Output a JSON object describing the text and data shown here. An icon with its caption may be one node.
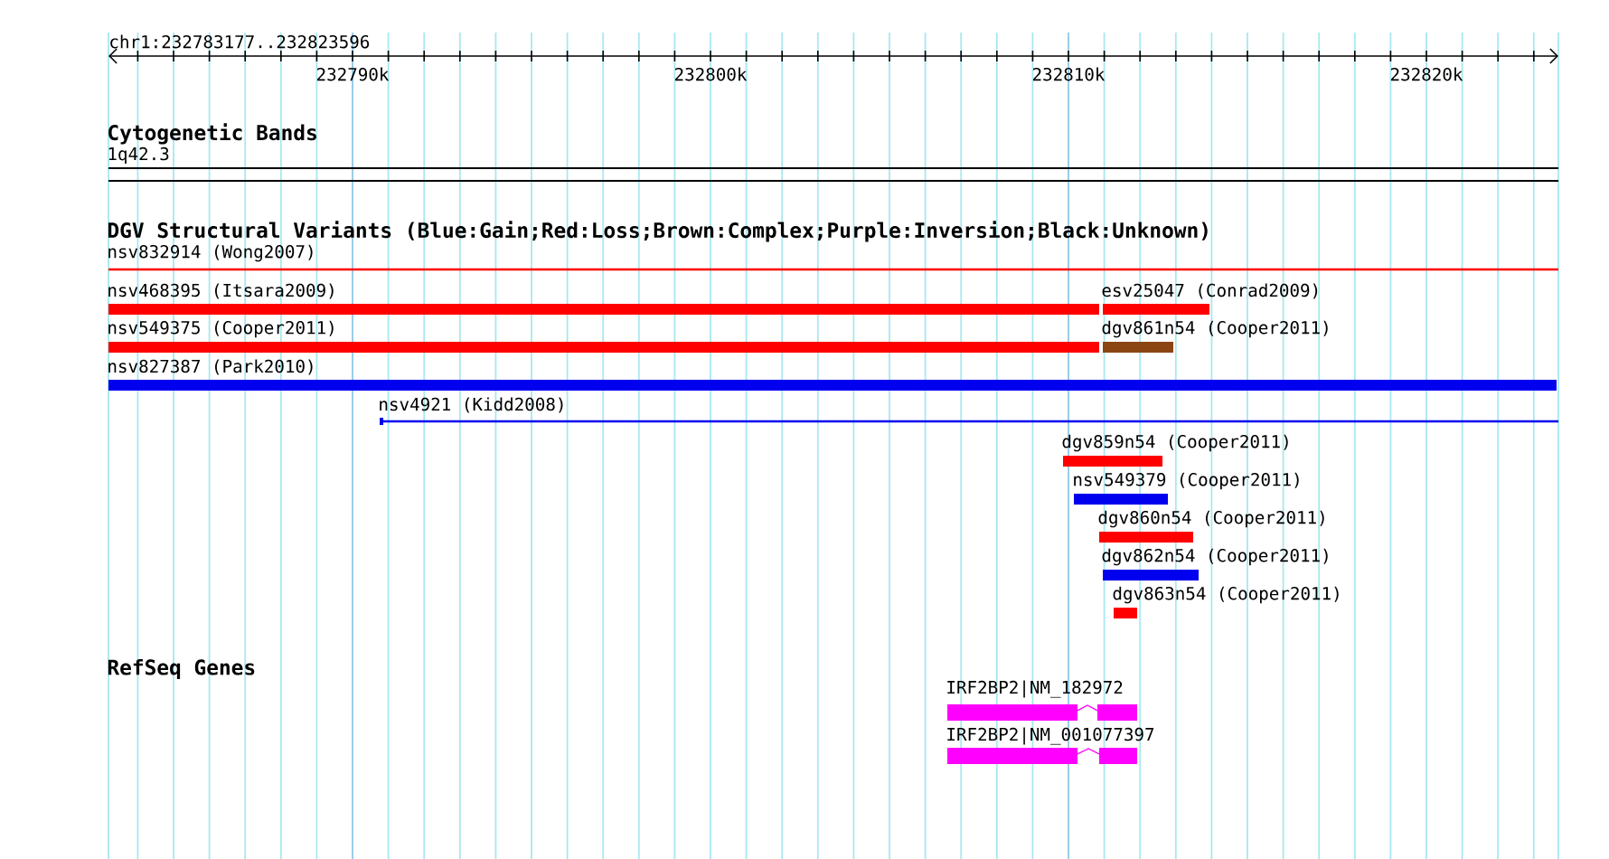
{
  "diagram": {
    "nodes": [
      {
        "text": [
          "1q42.3"
        ]
      },
      {
        "text": [
          "nsv832914 (Wong2007)"
        ]
      },
      {
        "text": [
          "nsv468395 (Itsara2009)"
        ]
      },
      {
        "text": [
          "esv25047 (Conrad2009)"
        ]
      },
      {
        "text": [
          "nsv549375 (Cooper2011)"
        ]
      },
      {
        "text": [
          "dgv861n54 (Cooper2011)"
        ]
      },
      {
        "text": [
          "nsv827387 (Park2010)"
        ]
      },
      {
        "text": [
          "nsv4921 (Kidd2008)"
        ]
      },
      {
        "text": [
          "dgv859n54 (Cooper2011)"
        ]
      },
      {
        "text": [
          "nsv549379 (Cooper2011)"
        ]
      },
      {
        "text": [
          "dgv860n54 (Cooper2011)"
        ]
      },
      {
        "text": [
          "dgv862n54 (Cooper2011)"
        ]
      },
      {
        "text": [
          "dgv863n54 (Cooper2011)"
        ]
      },
      {
        "text": [
          "IRF2BP2|NM_182972"
        ]
      },
      {
        "text": [
          "IRF2BP2|NM_001077397"
        ]
      }
    ],
    "labels": [
      "chr1:232783177..232823596",
      "232790k",
      "232800k",
      "232810k",
      "232820k",
      "Cytogenetic Bands",
      "DGV Structural Variants (Blue:Gain;Red:Loss;Brown:Complex;Purple:Inversion;Black:Unknown)",
      "RefSeq Genes"
    ]
  }
}
